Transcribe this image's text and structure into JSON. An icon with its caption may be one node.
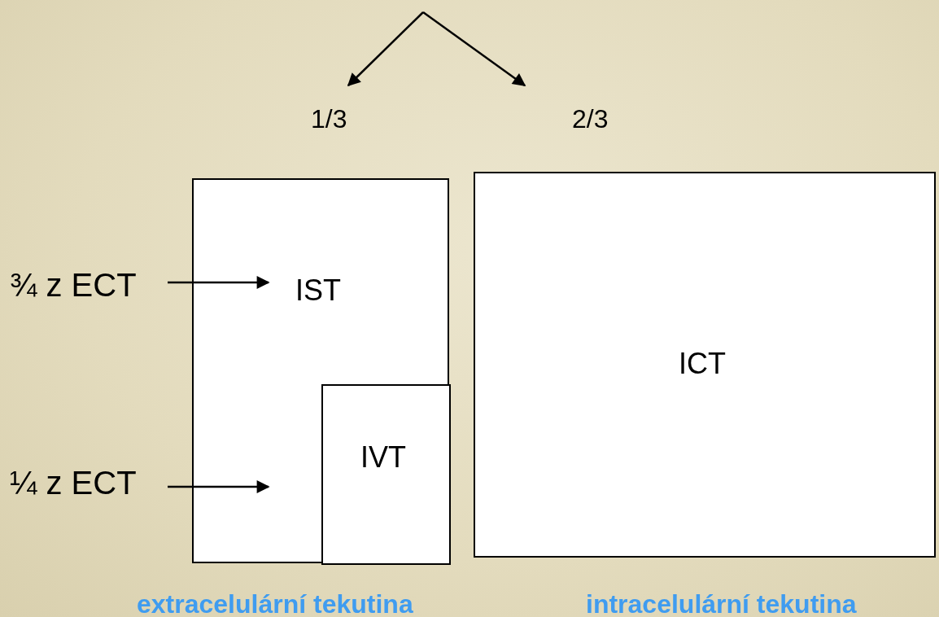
{
  "diagram": {
    "nodes": [
      {
        "text": [
          "IST",
          "extracelulární tekutina"
        ]
      },
      {
        "text": [
          "IVT"
        ],
        "in": 0
      },
      {
        "text": [
          "ICT",
          "intracelulární tekutina"
        ]
      },
      {
        "text": [
          "1/3"
        ]
      },
      {
        "text": [
          "2/3"
        ]
      },
      {
        "text": [
          "¾ z ECT"
        ]
      },
      {
        "text": [
          "¼ z ECT"
        ]
      }
    ],
    "edges": [
      {
        "from": null,
        "to": 3,
        "arrow": "to"
      },
      {
        "from": null,
        "to": 4,
        "arrow": "to"
      },
      {
        "from": 5,
        "to": 0,
        "arrow": "to"
      },
      {
        "from": 6,
        "to": 0,
        "arrow": "to"
      }
    ]
  }
}
